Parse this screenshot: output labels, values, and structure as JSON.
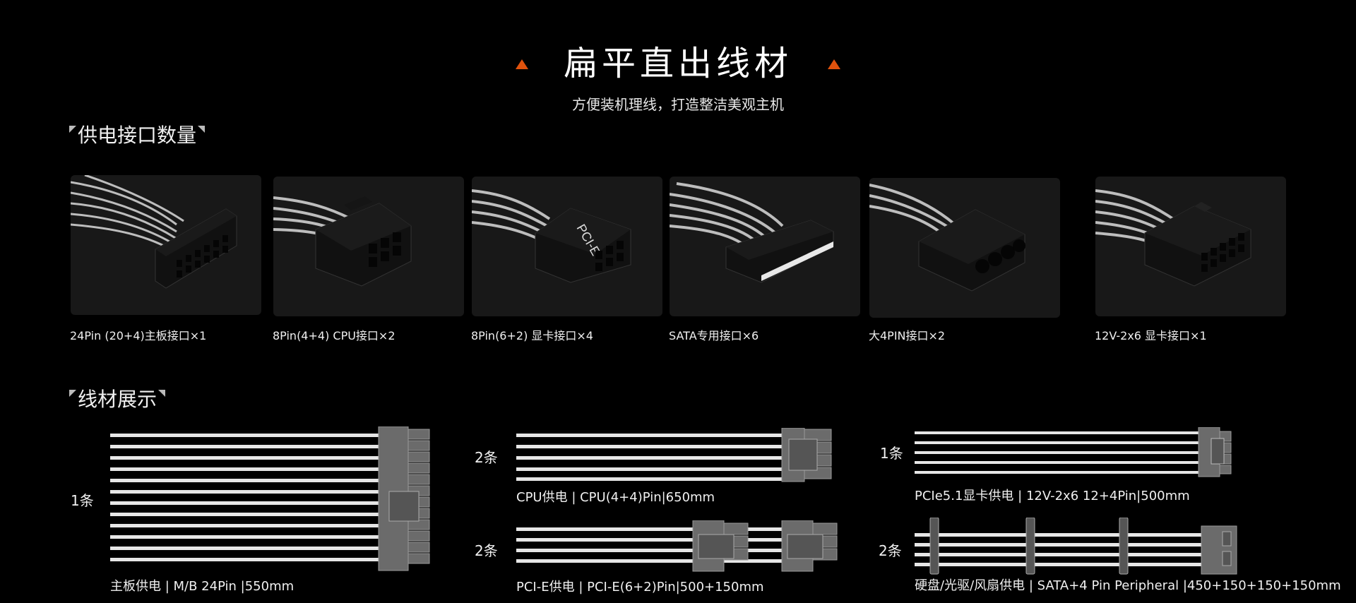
{
  "header": {
    "title": "扁平直出线材",
    "subtitle": "方便装机理线，打造整洁美观主机",
    "accent_color": "#e0520d"
  },
  "connectors": {
    "heading": "供电接口数量",
    "items": [
      {
        "label": "24Pin (20+4)主板接口×1",
        "icon": "atx-24pin-connector"
      },
      {
        "label": "8Pin(4+4) CPU接口×2",
        "icon": "cpu-8pin-connector"
      },
      {
        "label": "8Pin(6+2) 显卡接口×4",
        "icon": "pcie-8pin-connector"
      },
      {
        "label": "SATA专用接口×6",
        "icon": "sata-connector"
      },
      {
        "label": "大4PIN接口×2",
        "icon": "molex-4pin-connector"
      },
      {
        "label": "12V-2x6 显卡接口×1",
        "icon": "12v-2x6-connector"
      }
    ]
  },
  "cables": {
    "heading": "线材展示",
    "items": [
      {
        "qty": "1条",
        "label": "主板供电 | M/B 24Pin |550mm"
      },
      {
        "qty": "2条",
        "label": "CPU供电 | CPU(4+4)Pin|650mm"
      },
      {
        "qty": "2条",
        "label": "PCI-E供电 | PCI-E(6+2)Pin|500+150mm"
      },
      {
        "qty": "1条",
        "label": "PCIe5.1显卡供电 | 12V-2x6 12+4Pin|500mm"
      },
      {
        "qty": "2条",
        "label": "硬盘/光驱/风扇供电 | SATA+4 Pin Peripheral |450+150+150+150mm"
      }
    ]
  }
}
